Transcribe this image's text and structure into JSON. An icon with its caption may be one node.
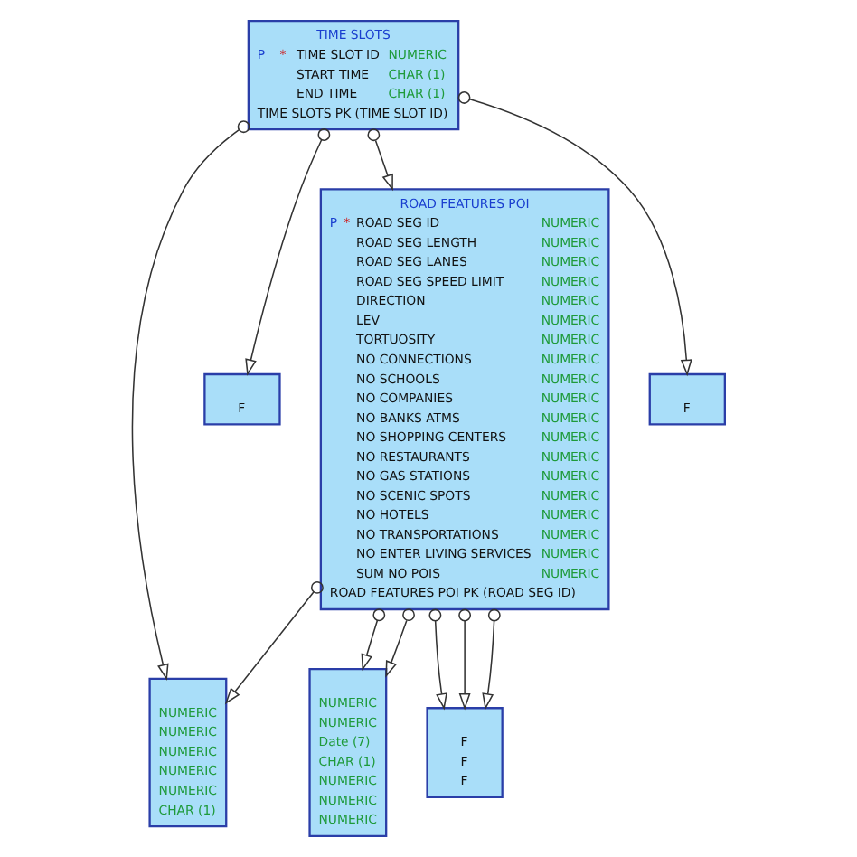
{
  "diagram": {
    "nodes": [
      {
        "text": [
          "TIME SLOTS",
          "P",
          "*",
          "TIME SLOT ID",
          "NUMERIC",
          "START TIME",
          "CHAR (1)",
          "END TIME",
          "CHAR (1)",
          "TIME SLOTS PK (TIME SLOT ID)"
        ]
      },
      {
        "text": [
          "NUMERIC",
          "NUMERIC",
          "NUMERIC",
          "NUMERIC",
          "NUMERIC",
          "CHAR (1)"
        ]
      },
      {
        "text": [
          "F"
        ]
      },
      {
        "text": [
          "ROAD FEATURES POI",
          "P",
          "*",
          "ROAD SEG ID",
          "NUMERIC",
          "ROAD SEG LENGTH",
          "NUMERIC",
          "ROAD SEG LANES",
          "NUMERIC",
          "ROAD SEG SPEED LIMIT",
          "NUMERIC",
          "DIRECTION",
          "NUMERIC",
          "LEV",
          "NUMERIC",
          "TORTUOSITY",
          "NUMERIC",
          "NO CONNECTIONS",
          "NUMERIC",
          "NO SCHOOLS",
          "NUMERIC",
          "NO COMPANIES",
          "NUMERIC",
          "NO BANKS ATMS",
          "NUMERIC",
          "NO SHOPPING CENTERS",
          "NUMERIC",
          "NO RESTAURANTS",
          "NUMERIC",
          "NO GAS STATIONS",
          "NUMERIC",
          "NO SCENIC SPOTS",
          "NUMERIC",
          "NO HOTELS",
          "NUMERIC",
          "NO TRANSPORTATIONS",
          "NUMERIC",
          "NO ENTER LIVING SERVICES",
          "NUMERIC",
          "SUM NO POIS",
          "NUMERIC",
          "ROAD FEATURES POI PK (ROAD SEG ID)"
        ]
      },
      {
        "text": [
          "F"
        ]
      },
      {
        "text": [
          "NUMERIC",
          "NUMERIC",
          "Date (7)",
          "CHAR (1)",
          "NUMERIC",
          "NUMERIC",
          "NUMERIC"
        ]
      },
      {
        "text": [
          "F",
          "F",
          "F"
        ]
      }
    ],
    "edges": [
      {
        "from": 0,
        "to": 1,
        "arrow": "to"
      },
      {
        "from": 0,
        "to": 2,
        "arrow": "to"
      },
      {
        "from": 0,
        "to": 3,
        "arrow": "to"
      },
      {
        "from": 0,
        "to": 4,
        "arrow": "to"
      },
      {
        "from": 3,
        "to": 1,
        "arrow": "to"
      },
      {
        "from": 3,
        "to": 5,
        "arrow": "to"
      },
      {
        "from": 3,
        "to": 5,
        "arrow": "to"
      },
      {
        "from": 3,
        "to": 6,
        "arrow": "to"
      },
      {
        "from": 3,
        "to": 6,
        "arrow": "to"
      },
      {
        "from": 3,
        "to": 6,
        "arrow": "to"
      }
    ]
  }
}
